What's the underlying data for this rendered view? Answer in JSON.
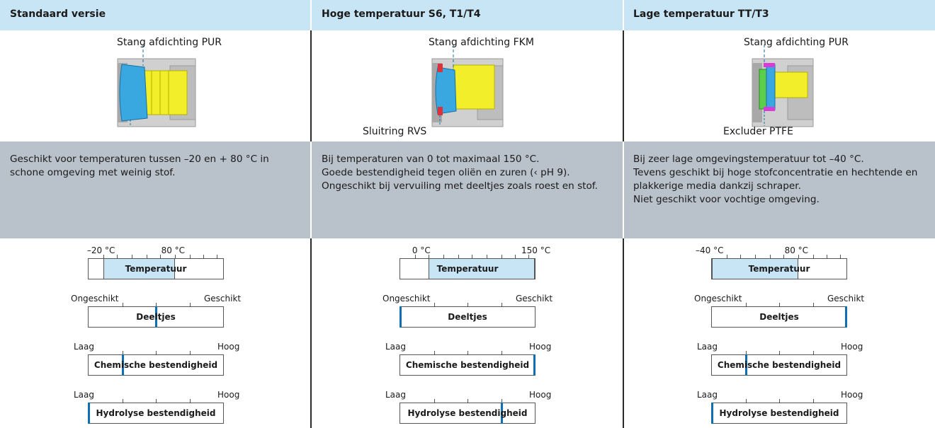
{
  "columns": [
    {
      "header": "Standaard versie",
      "figure": {
        "top_label": "Stang afdichting PUR",
        "bottom_label": "",
        "variant": "standard"
      },
      "description": [
        "Geschikt voor temperaturen tussen –20 en + 80 °C in",
        "schone omgeving met weinig stof."
      ],
      "scales": {
        "temperature": {
          "left_label": "–20 °C",
          "right_label": "80 °C",
          "name": "Temperatuur",
          "fill_start": 0.11,
          "fill_end": 0.64
        },
        "particles": {
          "left_label": "Ongeschikt",
          "right_label": "Geschikt",
          "name": "Deeltjes",
          "level": 0.5
        },
        "chemical": {
          "left_label": "Laag",
          "right_label": "Hoog",
          "name": "Chemische bestendigheid",
          "level": 0.25
        },
        "hydrolysis": {
          "left_label": "Laag",
          "right_label": "Hoog",
          "name": "Hydrolyse bestendigheid",
          "level": 0.0
        }
      }
    },
    {
      "header": "Hoge temperatuur S6, T1/T4",
      "figure": {
        "top_label": "Stang afdichting FKM",
        "bottom_label": "Sluitring RVS",
        "variant": "high"
      },
      "description": [
        "Bij temperaturen van 0 tot maximaal 150 °C.",
        "Goede bestendigheid tegen oliën en zuren (‹ pH 9).",
        "Ongeschikt bij vervuiling met deeltjes zoals roest en stof."
      ],
      "scales": {
        "temperature": {
          "left_label": "0 °C",
          "right_label": "150 °C",
          "name": "Temperatuur",
          "fill_start": 0.21,
          "fill_end": 1.0
        },
        "particles": {
          "left_label": "Ongeschikt",
          "right_label": "Geschikt",
          "name": "Deeltjes",
          "level": 0.0
        },
        "chemical": {
          "left_label": "Laag",
          "right_label": "Hoog",
          "name": "Chemische bestendigheid",
          "level": 1.0
        },
        "hydrolysis": {
          "left_label": "Laag",
          "right_label": "Hoog",
          "name": "Hydrolyse bestendigheid",
          "level": 0.75
        }
      }
    },
    {
      "header": "Lage temperatuur TT/T3",
      "figure": {
        "top_label": "Stang afdichting PUR",
        "bottom_label": "Excluder PTFE",
        "variant": "low"
      },
      "description": [
        "Bij zeer lage omgevingstemperatuur tot –40 °C.",
        "Tevens geschikt bij hoge stofconcentratie en hechtende en",
        "plakkerige media dankzij schraper.",
        "Niet geschikt voor vochtige omgeving."
      ],
      "scales": {
        "temperature": {
          "left_label": "–40 °C",
          "right_label": "80 °C",
          "name": "Temperatuur",
          "fill_start": 0.0,
          "fill_end": 0.64
        },
        "particles": {
          "left_label": "Ongeschikt",
          "right_label": "Geschikt",
          "name": "Deeltjes",
          "level": 1.0
        },
        "chemical": {
          "left_label": "Laag",
          "right_label": "Hoog",
          "name": "Chemische bestendigheid",
          "level": 0.25
        },
        "hydrolysis": {
          "left_label": "Laag",
          "right_label": "Hoog",
          "name": "Hydrolyse bestendigheid",
          "level": 0.0
        }
      }
    }
  ],
  "colors": {
    "header_bg": "#c8e5f5",
    "desc_bg": "#b9c2ca",
    "temperature_fill": "#c8e5f5",
    "marker": "#0f6fb4",
    "seal_blue": "#3aa8e0",
    "rod_yellow": "#f2ee2a",
    "housing_grey": "#c8c8c8",
    "fkm_red": "#e0303a",
    "ptfe_magenta": "#d83cd8",
    "excluder_green": "#5ad04a"
  }
}
